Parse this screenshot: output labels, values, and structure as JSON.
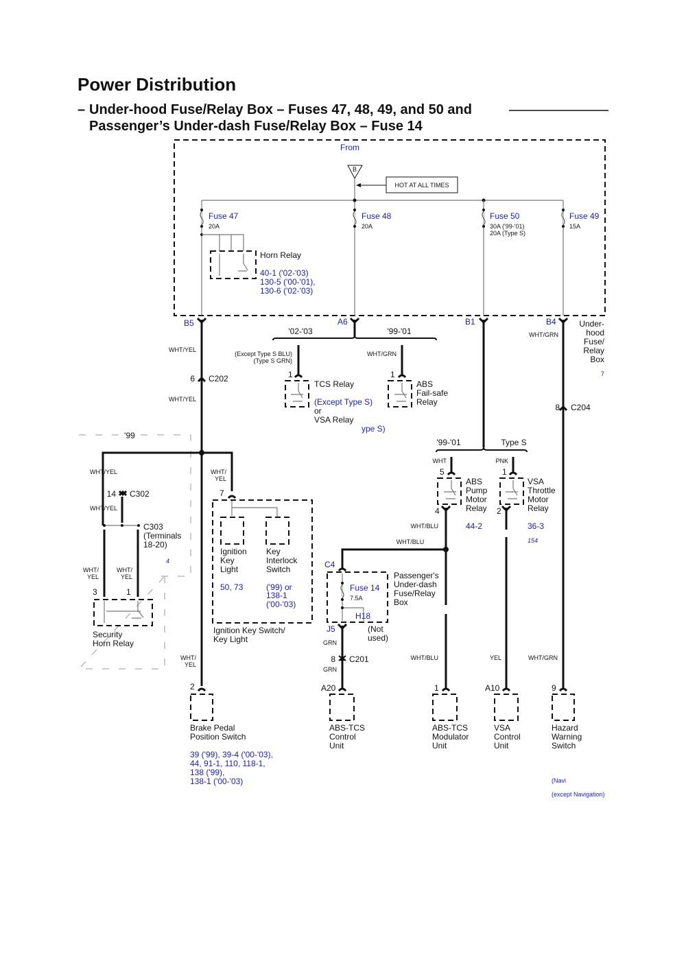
{
  "title": "Power Distribution",
  "subtitle": {
    "dash": "–",
    "line1": "Under-hood Fuse/Relay Box – Fuses 47, 48, 49, and 50 and",
    "line2": "Passenger’s Under-dash Fuse/Relay Box – Fuse 14"
  },
  "underhood": {
    "from": "From",
    "source": "B",
    "hot": "HOT AT ALL TIMES",
    "box_label": [
      "Under-",
      "hood",
      "Fuse/",
      "Relay",
      "Box"
    ],
    "ref": "7"
  },
  "fuses": [
    {
      "name": "Fuse 47",
      "rating": "20A",
      "terminal": "B5"
    },
    {
      "name": "Fuse 48",
      "rating": "20A",
      "terminal": "A6"
    },
    {
      "name": "Fuse 50",
      "rating": "30A ('99-'01)",
      "rating2": "20A (Type S)",
      "terminal": "B1"
    },
    {
      "name": "Fuse 49",
      "rating": "15A",
      "terminal": "B4"
    }
  ],
  "horn_relay": {
    "label": "Horn Relay",
    "refs": [
      "40-1 ('02-'03)",
      "130-5 ('00-'01),",
      "130-6 ('02-'03)"
    ]
  },
  "a6_branch": {
    "left": "'02-'03",
    "right": "'99-'01",
    "left_wire1": "(Except Type S BLU)",
    "left_wire2": "(Type S GRN)",
    "right_wire": "WHT/GRN"
  },
  "tcs": {
    "pin": "1",
    "label": "TCS Relay",
    "note": "(Except Type S)",
    "or": "or",
    "alt": "VSA Relay",
    "alt_note": "ype S)"
  },
  "abs_failsafe": {
    "pin": "1",
    "label": [
      "ABS",
      "Fail-safe",
      "Relay"
    ]
  },
  "b5": {
    "wire1": "WHT/YEL",
    "c202_pin": "6",
    "c202": "C202",
    "wire2": "WHT/YEL"
  },
  "b4": {
    "wire": "WHT/GRN",
    "c204_pin": "8",
    "c204": "C204"
  },
  "y99": {
    "label": "'99",
    "wire1": "WHT/YEL",
    "c302_pin": "14",
    "c302": "C302",
    "wire2": "WHT/YEL",
    "c303": [
      "C303",
      "(Terminals",
      "18-20)"
    ],
    "wireL": [
      "WHT/",
      "YEL"
    ],
    "wireR": [
      "WHT/",
      "YEL"
    ],
    "pinL": "3",
    "pinR": "1",
    "relay": [
      "Security",
      "Horn Relay"
    ],
    "ref": "4"
  },
  "ign": {
    "wire": [
      "WHT/",
      "YEL"
    ],
    "pin": "7",
    "key_light": [
      "Ignition",
      "Key",
      "Light"
    ],
    "key_light_ref": "50, 73",
    "interlock": [
      "Key",
      "Interlock",
      "Switch"
    ],
    "interlock_ref": [
      "('99) or",
      "138-1",
      "('00-'03)"
    ],
    "label": [
      "Ignition Key Switch/",
      "Key Light"
    ]
  },
  "b1_branch": {
    "left": "'99-'01",
    "right": "Type S"
  },
  "abs_pump": {
    "wire_in": "WHT",
    "pin_in": "5",
    "pin_out": "4",
    "label": [
      "ABS",
      "Pump",
      "Motor",
      "Relay"
    ],
    "ref": "44-2",
    "wire_out": "WHT/BLU"
  },
  "vsa_throttle": {
    "wire_in": "PNK",
    "pin_in": "1",
    "pin_out": "2",
    "label": [
      "VSA",
      "Throttle",
      "Motor",
      "Relay"
    ],
    "ref": "36-3",
    "ref2": "154"
  },
  "pass_box": {
    "wire": "WHT/BLU",
    "in": "C4",
    "fuse": "Fuse 14",
    "rating": "7.5A",
    "h18": "H18",
    "out": "J5",
    "not_used": [
      "(Not",
      "used)"
    ],
    "label": [
      "Passenger's",
      "Under-dash",
      "Fuse/Relay",
      "Box"
    ],
    "wire_out": "GRN",
    "c201_pin": "8",
    "c201": "C201",
    "wire_out2": "GRN"
  },
  "lower_wires": {
    "brake": [
      "WHT/",
      "YEL"
    ],
    "modulator": "WHT/BLU",
    "vsa": "YEL",
    "hazard": "WHT/GRN"
  },
  "components": [
    {
      "pin": "2",
      "label": [
        "Brake Pedal",
        "Position Switch"
      ],
      "refs": [
        "39 ('99), 39-4 ('00-'03),",
        "44, 91-1, 110, 118-1,",
        "138 ('99),",
        "138-1 ('00-'03)"
      ]
    },
    {
      "pin": "A20",
      "label": [
        "ABS-TCS",
        "Control",
        "Unit"
      ]
    },
    {
      "pin": "1",
      "label": [
        "ABS-TCS",
        "Modulator",
        "Unit"
      ]
    },
    {
      "pin": "A10",
      "label": [
        "VSA",
        "Control",
        "Unit"
      ]
    },
    {
      "pin": "9",
      "label": [
        "Hazard",
        "Warning",
        "Switch"
      ],
      "refs": [
        "(Navi",
        "(except Navigation)"
      ]
    }
  ]
}
